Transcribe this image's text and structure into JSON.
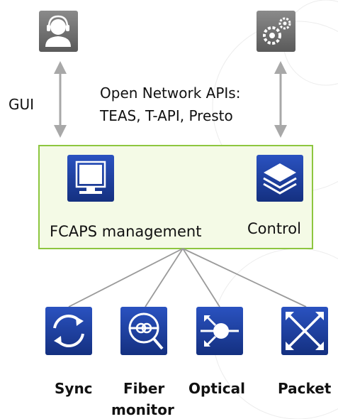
{
  "top": {
    "left_link_label": "GUI",
    "right_link_label_line1": "Open Network APIs:",
    "right_link_label_line2": "TEAS, T-API, Presto",
    "left_icon": "user-headset-icon",
    "right_icon": "gears-icon"
  },
  "middle": {
    "left_label": "FCAPS management",
    "right_label": "Control",
    "left_icon": "monitor-icon",
    "right_icon": "layers-icon"
  },
  "bottom": {
    "items": [
      {
        "label": "Sync",
        "icon": "sync-icon"
      },
      {
        "label_line1": "Fiber",
        "label_line2": "monitor",
        "icon": "fiber-monitor-icon"
      },
      {
        "label": "Optical",
        "icon": "optical-icon"
      },
      {
        "label": "Packet",
        "icon": "packet-icon"
      }
    ]
  },
  "colors": {
    "box_border": "#8DC63F",
    "box_fill": "#F4FAE6",
    "blue_icon": "#1C3E9C",
    "gray_icon": "#6E6E6E",
    "arrow": "#A8A8A8",
    "line": "#9A9A9A"
  }
}
